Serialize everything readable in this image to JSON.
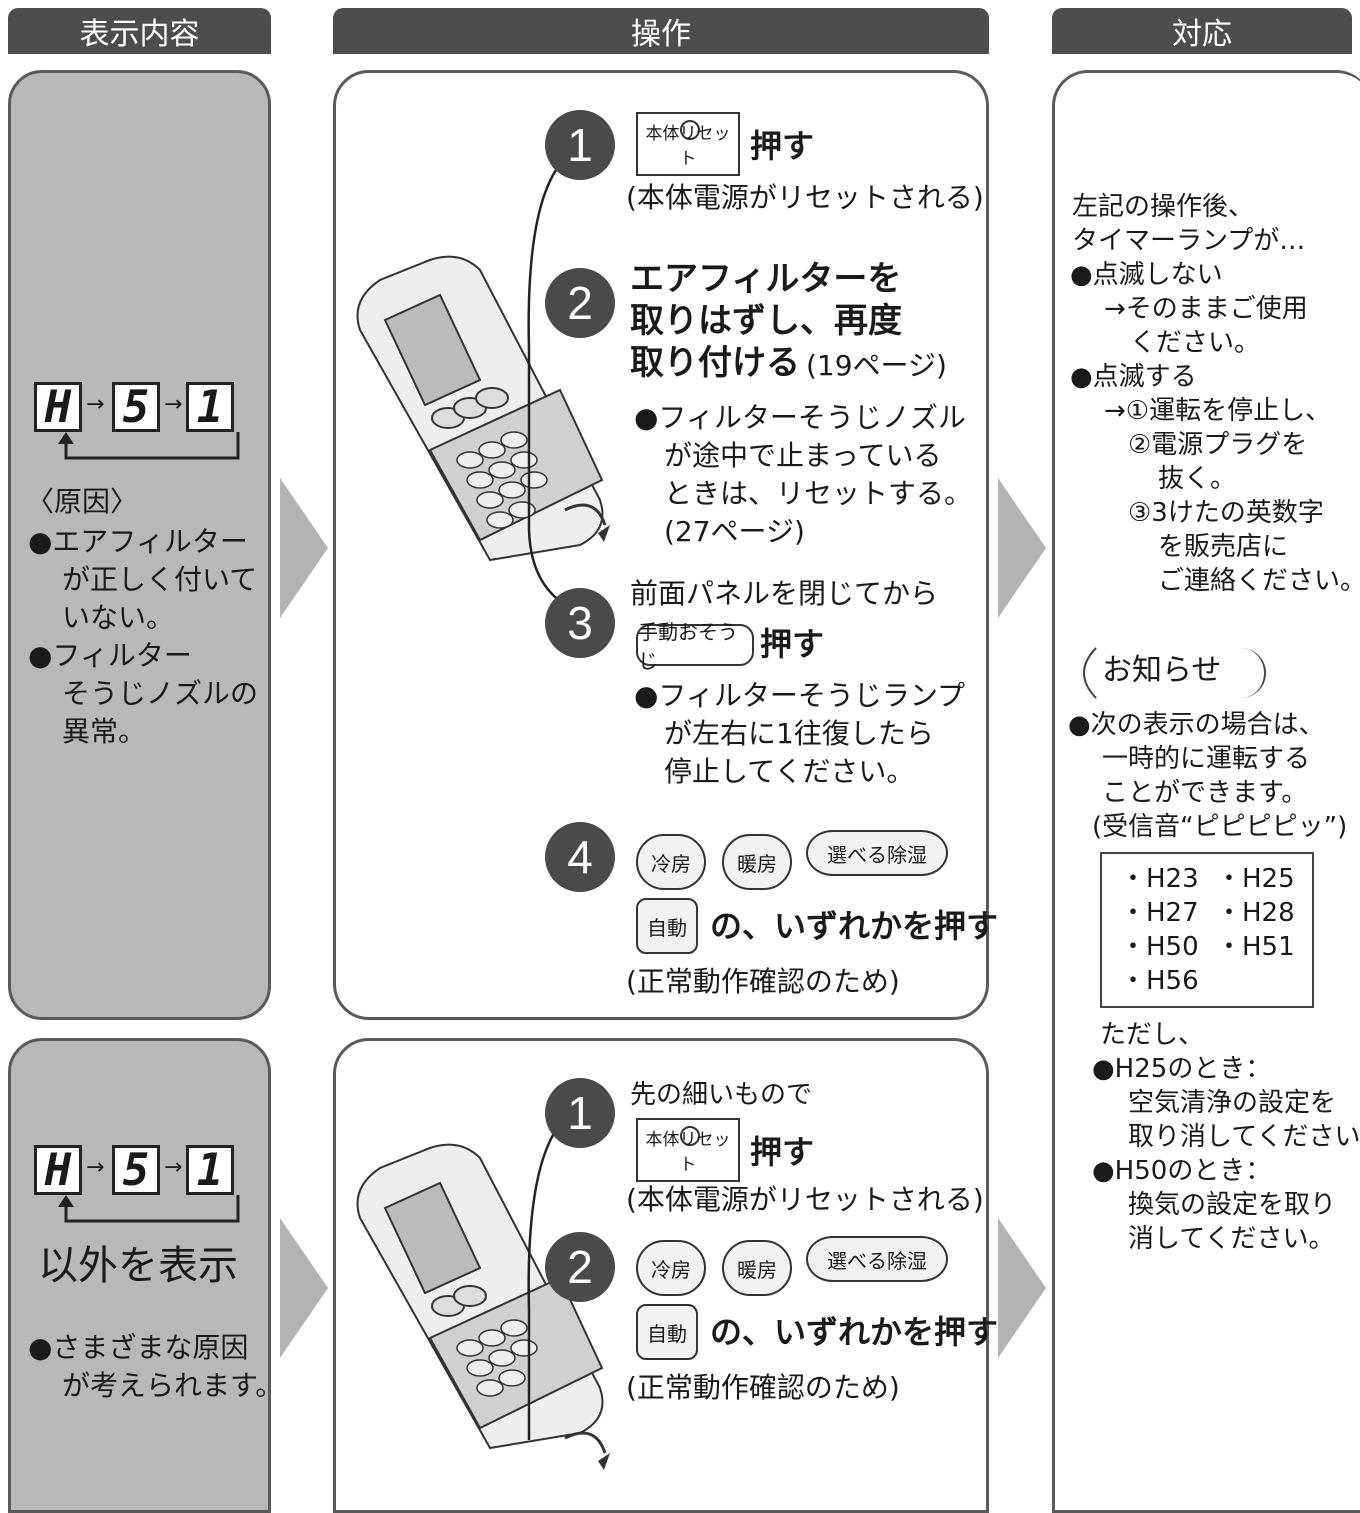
{
  "headers": {
    "display": "表示内容",
    "operation": "操作",
    "response": "対応"
  },
  "code_display": {
    "chars": [
      "H",
      "5",
      "1"
    ]
  },
  "row1": {
    "cause_title": "〈原因〉",
    "causes": [
      "●エアフィルター",
      "が正しく付いて",
      "いない。",
      "●フィルター",
      "そうじノズルの",
      "異常。"
    ],
    "steps": {
      "s1_num": "1",
      "s1_btn": "本体リセット",
      "s1_action": "押す",
      "s1_note": "(本体電源がリセットされる)",
      "s2_num": "2",
      "s2_l1": "エアフィルターを",
      "s2_l2": "取りはずし、再度",
      "s2_l3": "取り付ける",
      "s2_page": "(19ページ)",
      "s2_b1": "●フィルターそうじノズル",
      "s2_b2": "が途中で止まっている",
      "s2_b3": "ときは、リセットする。",
      "s2_b4": "(27ページ)",
      "s3_num": "3",
      "s3_l1": "前面パネルを閉じてから",
      "s3_btn": "手動おそうじ",
      "s3_action": "押す",
      "s3_b1": "●フィルターそうじランプ",
      "s3_b2": "が左右に1往復したら",
      "s3_b3": "停止してください。",
      "s4_num": "4",
      "btn_cool": "冷房",
      "btn_heat": "暖房",
      "btn_dehum": "選べる除湿",
      "btn_auto": "自動",
      "s4_action": "の、いずれかを押す",
      "s4_note": "(正常動作確認のため)"
    }
  },
  "row2": {
    "other": "以外を表示",
    "cause1": "●さまざまな原因",
    "cause2": "が考えられます。",
    "steps": {
      "s1_num": "1",
      "s1_pre": "先の細いもので",
      "s1_btn": "本体リセット",
      "s1_action": "押す",
      "s1_note": "(本体電源がリセットされる)",
      "s2_num": "2",
      "btn_cool": "冷房",
      "btn_heat": "暖房",
      "btn_dehum": "選べる除湿",
      "btn_auto": "自動",
      "s2_action": "の、いずれかを押す",
      "s2_note": "(正常動作確認のため)"
    }
  },
  "response": {
    "lines": [
      "左記の操作後、",
      "タイマーランプが…",
      "●点滅しない",
      "→そのままご使用",
      "ください。",
      "●点滅する",
      "→①運転を停止し、",
      "②電源プラグを",
      "抜く。",
      "③3けたの英数字",
      "を販売店に",
      "ご連絡ください。"
    ],
    "notice_title": "お知らせ",
    "notice_lines": [
      "●次の表示の場合は、",
      "一時的に運転する",
      "ことができます。",
      "(受信音“ピピピピッ”)"
    ],
    "codes": [
      "・H23",
      "・H25",
      "・H27",
      "・H28",
      "・H50",
      "・H51",
      "・H56"
    ],
    "after": [
      "ただし、",
      "●H25のとき：",
      "空気清浄の設定を",
      "取り消してください。",
      "●H50のとき：",
      "換気の設定を取り",
      "消してください。"
    ]
  }
}
